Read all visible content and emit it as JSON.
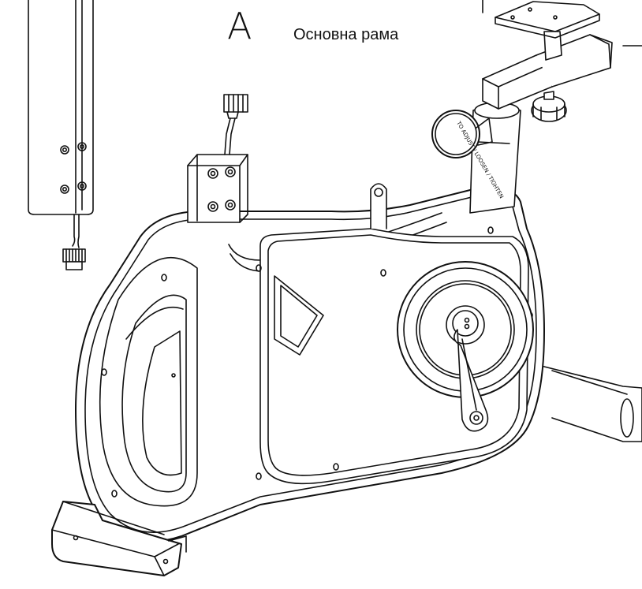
{
  "diagram": {
    "part_letter": "A",
    "part_name": "Основна рама",
    "knob_label": "TO ADJUST / LOOSEN / TIGHTEN"
  },
  "colors": {
    "line": "#111111",
    "fill": "#ffffff"
  }
}
